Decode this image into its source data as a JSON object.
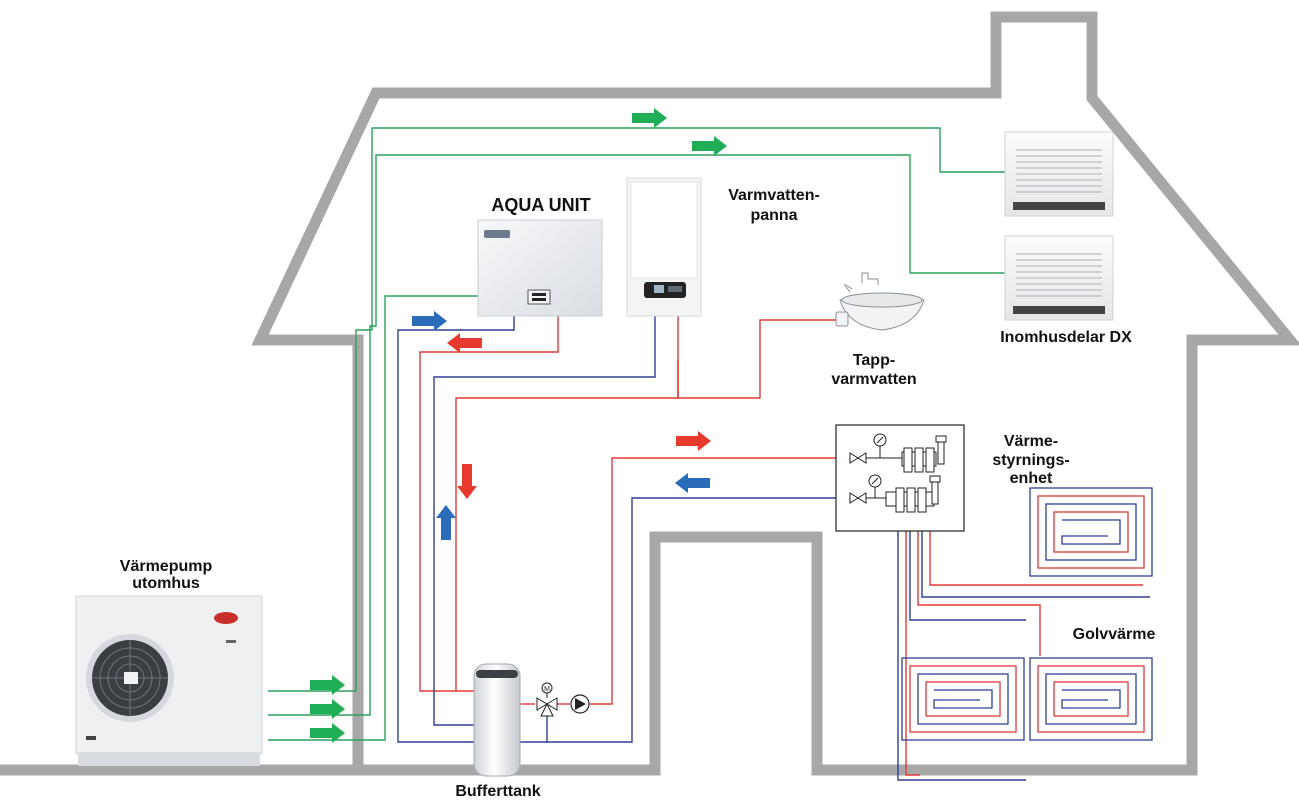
{
  "labels": {
    "aqua_unit": "AQUA UNIT",
    "water_heater_line1": "Varmvatten-",
    "water_heater_line2": "panna",
    "indoor_dx": "Inomhusdelar DX",
    "tap_water_line1": "Tapp-",
    "tap_water_line2": "varmvatten",
    "heat_control_line1": "Värme-",
    "heat_control_line2": "styrnings-",
    "heat_control_line3": "enhet",
    "heat_pump_line1": "Värmepump",
    "heat_pump_line2": "utomhus",
    "floor_heating": "Golvvärme",
    "buffer_tank": "Bufferttank"
  },
  "colors": {
    "house_outline": "#a7a7a7",
    "refrigerant_line": "#2ea15b",
    "hot_line": "#e03a35",
    "cold_line": "#2f3f96",
    "green_arrow": "#1fae55",
    "red_arrow": "#e8392f",
    "blue_arrow": "#2a6cb8"
  },
  "icons": {
    "pump": "circulation-pump-icon",
    "valve": "three-way-valve-icon",
    "gauge": "pressure-gauge-icon",
    "sink": "sink-icon"
  }
}
